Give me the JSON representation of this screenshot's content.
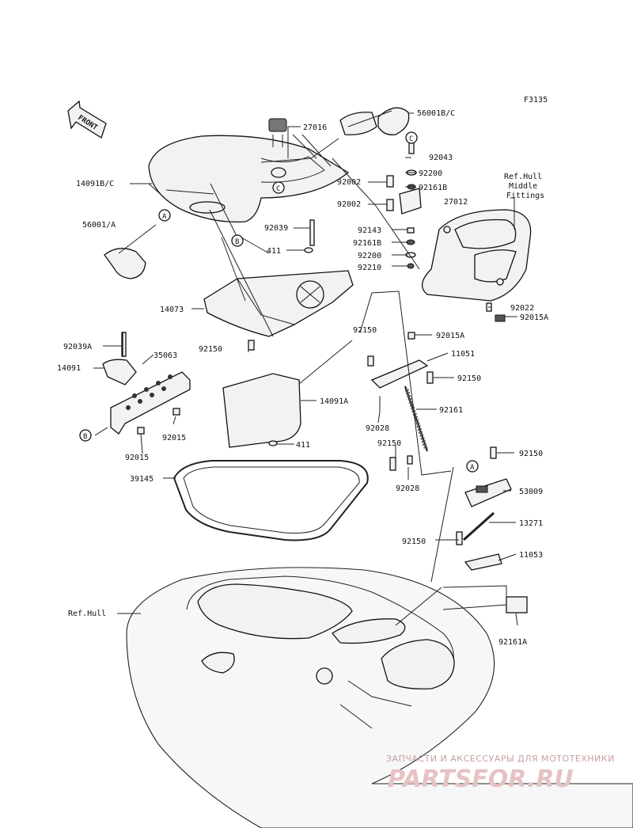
{
  "figure_code": "F3135",
  "front_label": "FRONT",
  "callouts": {
    "c56001bc": "56001B/C",
    "c27016": "27016",
    "c92043": "92043",
    "c14091bc": "14091B/C",
    "c92002a": "92002",
    "c92200a": "92200",
    "c92161ba": "92161B",
    "c92002b": "92002",
    "c27012": "27012",
    "c56001a": "56001/A",
    "c92039": "92039",
    "c92143": "92143",
    "c92161bb": "92161B",
    "c411a": "411",
    "c92200b": "92200",
    "c92210": "92210",
    "c14073": "14073",
    "c92022": "92022",
    "c92015aa": "92015A",
    "c92150a": "92150",
    "c92015ab": "92015A",
    "c92039a": "92039A",
    "c92150b": "92150",
    "c11051": "11051",
    "c14091": "14091",
    "c35063": "35063",
    "c92150c": "92150",
    "c14091a": "14091A",
    "c92161": "92161",
    "c92028a": "92028",
    "c92015a": "92015",
    "c92015b": "92015",
    "c411b": "411",
    "c92150d": "92150",
    "c92150e": "92150",
    "c39145": "39145",
    "c92028b": "92028",
    "c53009": "53009",
    "c13271": "13271",
    "c92150f": "92150",
    "c11053": "11053",
    "c92161a": "92161A",
    "refhull": "Ref.Hull"
  },
  "refhull_middle": [
    "Ref.Hull",
    "Middle",
    "Fittings"
  ],
  "ref_letters": {
    "a1": "A",
    "b1": "B",
    "c1": "C",
    "c2": "C",
    "b2": "B",
    "a2": "A"
  },
  "watermark": {
    "line1": "ЗАПЧАСТИ И АКСЕССУАРЫ ДЛЯ МОТОТЕХНИКИ",
    "line2": "PARTSFOR.RU"
  }
}
